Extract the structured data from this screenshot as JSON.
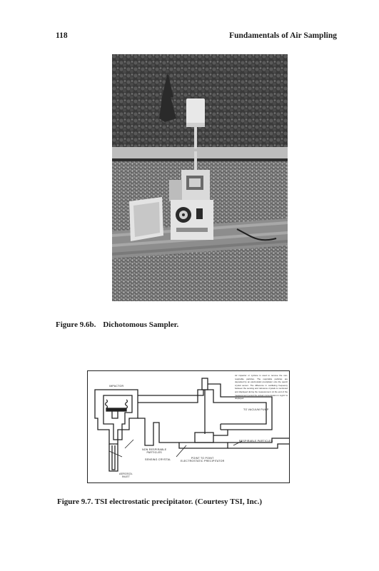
{
  "header": {
    "page_number": "118",
    "running_title": "Fundamentals of Air Sampling"
  },
  "figure_1": {
    "label": "Figure 9.6b.",
    "caption": "Dichotomous Sampler."
  },
  "figure_2": {
    "label": "Figure 9.7.",
    "caption": "TSI electrostatic precipitator. (Courtesy TSI, Inc.)",
    "labels": {
      "impactor": "IMPACTOR",
      "non_respirable": "NON RESPIRABLE\nPARTICLES",
      "sensing_crystal": "SENSING CRYSTAL",
      "aerosol_inlet": "AEROSOL\nINLET",
      "point_to_point": "POINT TO POINT\nELECTROSTATIC PRECIPITATOR",
      "respirable": "RESPIRABLE PARTICLES",
      "vacuum_pump": "TO VACUUM PUMP",
      "note": "Air impactor or cyclone is used to remove the non-respirable particles. The respirable particles are deposited by an electrostatic precipitator onto the quartz crystal sensor. The difference in oscillating frequency between the sensing and reference crystals is monitored and displayed during the measurement. At the end of the measurement period the actual concentration in mg/m³ is displayed."
    }
  }
}
